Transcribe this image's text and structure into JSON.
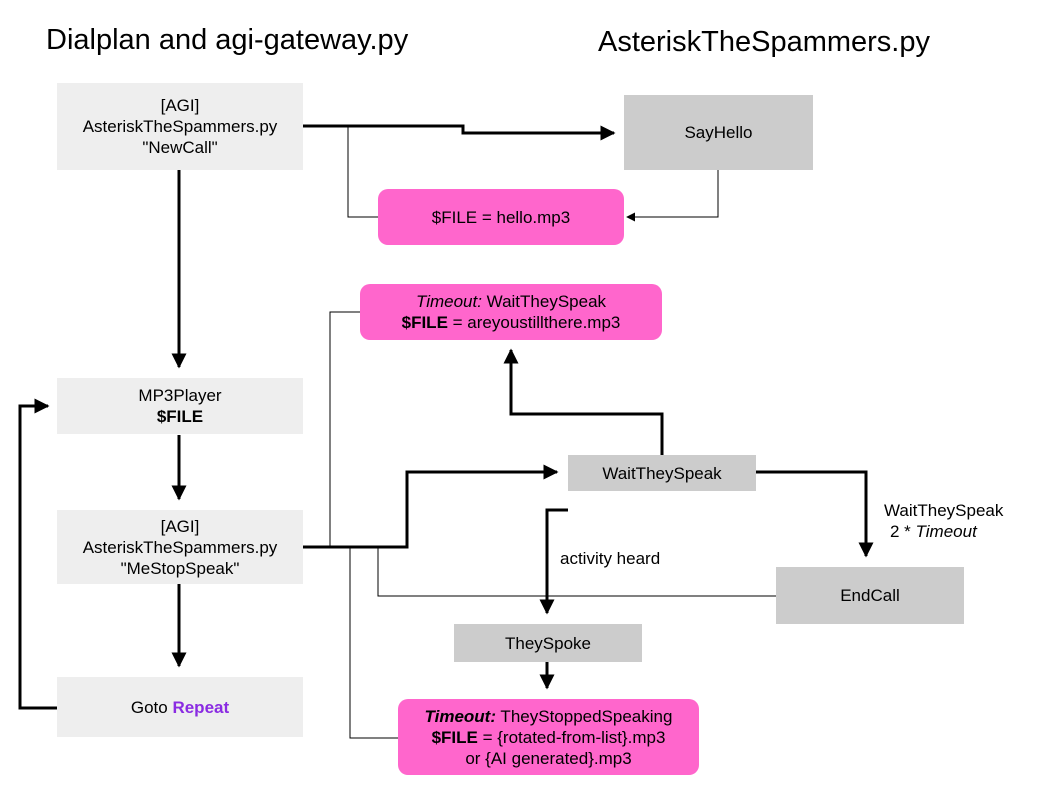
{
  "titles": {
    "left": "Dialplan and agi-gateway.py",
    "right": "AsteriskTheSpammers.py"
  },
  "left_column": {
    "agi_newcall": [
      "[AGI]",
      "AsteriskTheSpammers.py",
      "\"NewCall\""
    ],
    "mp3player": {
      "line1": "MP3Player",
      "line2": "$FILE"
    },
    "agi_mestopspeak": [
      "[AGI]",
      "AsteriskTheSpammers.py",
      "\"MeStopSpeak\""
    ],
    "goto": {
      "prefix": "Goto ",
      "target": "Repeat"
    }
  },
  "right_column": {
    "sayhello": "SayHello",
    "file_hello": "$FILE = hello.mp3",
    "timeout_wait": {
      "timeout_label": "Timeout:",
      "timeout_value": " WaitTheySpeak",
      "file_label": "$FILE",
      "file_value": " = areyoustillthere.mp3"
    },
    "waittheyspeak": "WaitTheySpeak",
    "endcall": "EndCall",
    "theyspoke": "TheySpoke",
    "timeout_stopped": {
      "timeout_label": "Timeout:",
      "timeout_value": " TheyStoppedSpeaking",
      "file_label": "$FILE",
      "file_value": " = {rotated-from-list}.mp3",
      "line3": "or {AI generated}.mp3"
    }
  },
  "edge_labels": {
    "activity_heard": "activity heard",
    "wait_timeout_line1": "WaitTheySpeak",
    "wait_timeout_line2_prefix": "2 * ",
    "wait_timeout_line2_italic": "Timeout"
  },
  "colors": {
    "light_box": "#eeeeee",
    "gray_box": "#cccccc",
    "pink_box": "#ff66cc",
    "goto_target": "#8a2be2"
  }
}
